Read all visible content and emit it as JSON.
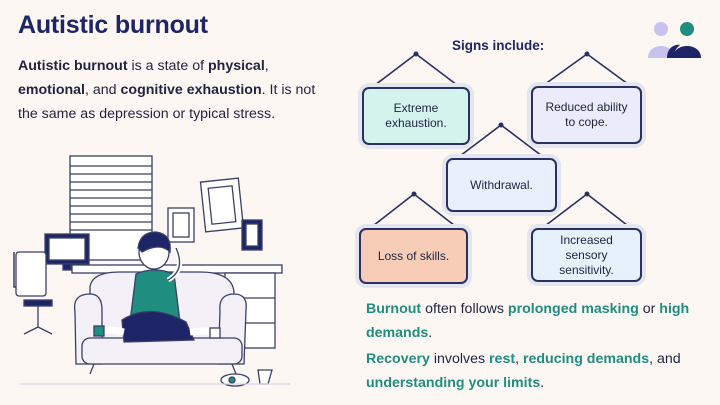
{
  "title": "Autistic burnout",
  "intro": {
    "t1": "Autistic burnout",
    "t2": " is a state of ",
    "t3": "physical",
    "t4": ", ",
    "t5": "emotional",
    "t6": ", and ",
    "t7": "cognitive exhaustion",
    "t8": ". It is not the same as depression or typical stress."
  },
  "signs": {
    "heading": "Signs include:",
    "items": [
      "Extreme exhaustion.",
      "Reduced ability to cope.",
      "Withdrawal.",
      "Loss of skills.",
      "Increased sensory sensitivity."
    ]
  },
  "note1": {
    "t1": "Burnout",
    "t2": " often follows ",
    "t3": "prolonged masking",
    "t4": " or ",
    "t5": "high demands",
    "t6": "."
  },
  "note2": {
    "t1": "Recovery",
    "t2": " involves ",
    "t3": "rest",
    "t4": ", ",
    "t5": "reducing demands",
    "t6": ", and ",
    "t7": "understanding your limits",
    "t8": "."
  },
  "colors": {
    "title": "#1d2566",
    "accent": "#1f8d7f",
    "sign_1": "#d3f3ec",
    "sign_2": "#ebebf9",
    "sign_3": "#e9f0fb",
    "sign_4": "#f7cdb8",
    "sign_5": "#e7f1fb"
  },
  "icons": [
    "people-logo-icon",
    "burnout-illustration"
  ]
}
